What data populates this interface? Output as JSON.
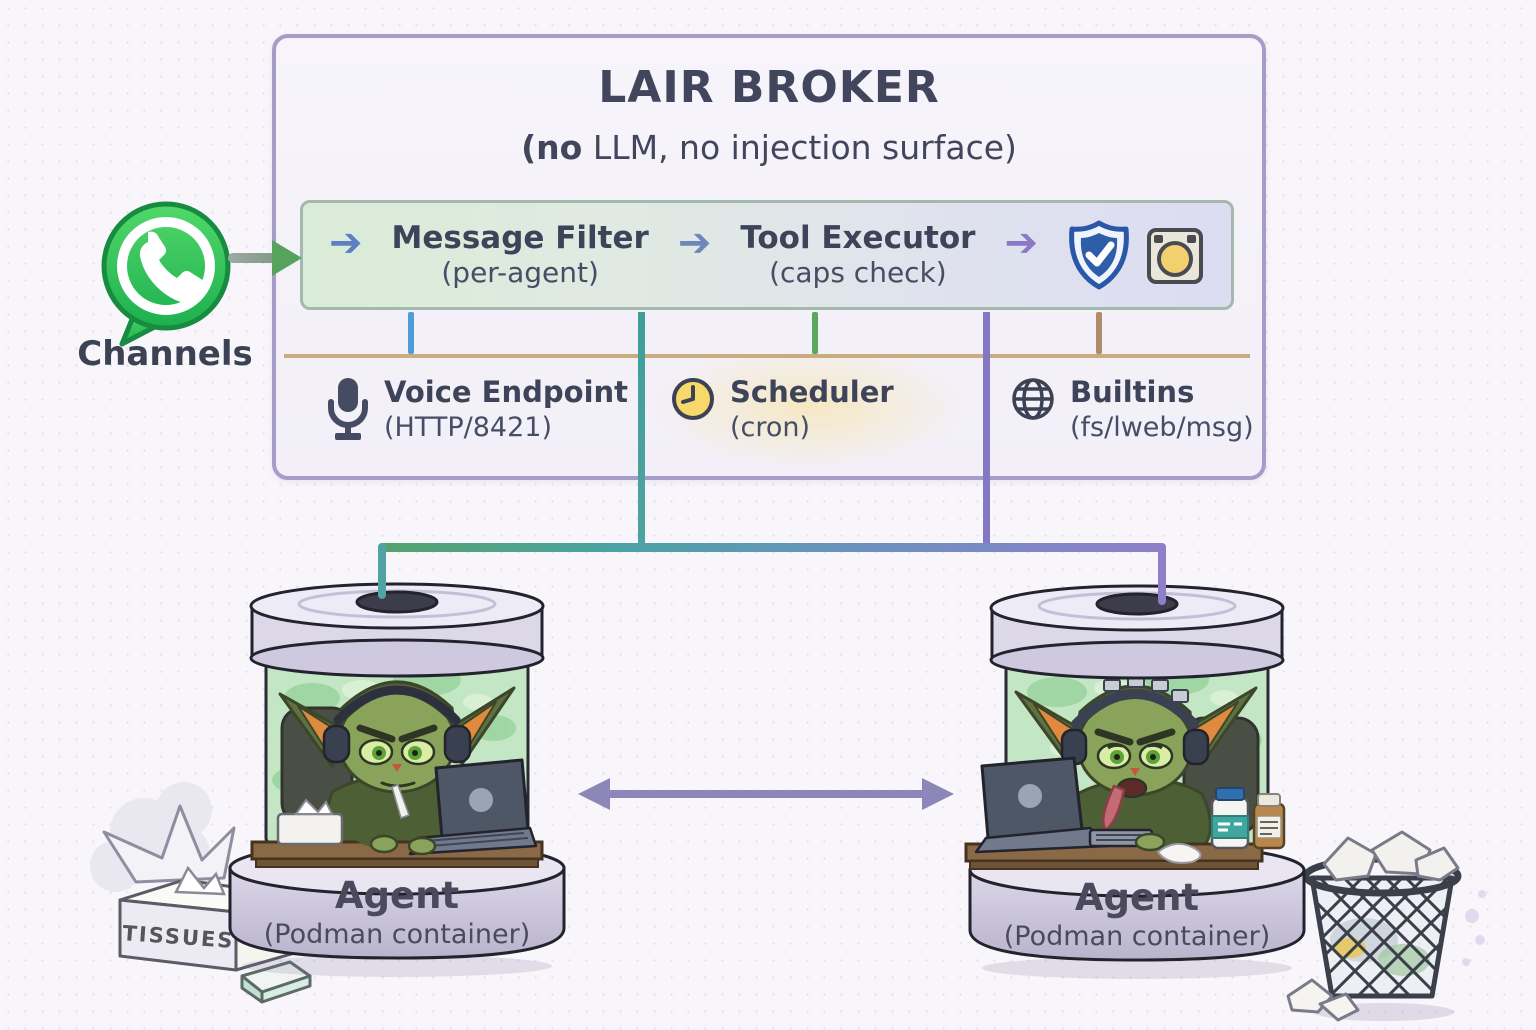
{
  "channels": {
    "label": "Channels",
    "icon": "whatsapp-icon"
  },
  "broker": {
    "title": "LAIR BROKER",
    "subtitle_bold": "(no",
    "subtitle_rest": " LLM, no injection surface)",
    "pipeline": {
      "steps": [
        {
          "label": "Message Filter",
          "sub": "(per-agent)"
        },
        {
          "label": "Tool Executor",
          "sub": "(caps check)"
        }
      ],
      "icons": [
        "shield-check-icon",
        "camera-icon"
      ]
    },
    "services": [
      {
        "icon": "microphone-icon",
        "label": "Voice Endpoint",
        "sub": "(HTTP/8421)"
      },
      {
        "icon": "clock-icon",
        "label": "Scheduler",
        "sub": "(cron)"
      },
      {
        "icon": "globe-icon",
        "label": "Builtins",
        "sub": "(fs/lweb/msg)"
      }
    ]
  },
  "agents": {
    "left": {
      "label": "Agent",
      "sub": "(Podman container)"
    },
    "right": {
      "label": "Agent",
      "sub": "(Podman container)"
    }
  },
  "props": {
    "tissue_box_label": "TISSUES"
  },
  "colors": {
    "whatsapp_green": "#3ec95e",
    "entry_arrow_green": "#57a25c",
    "tick_blue": "#4e9cd8",
    "line_teal": "#49a2a0",
    "tick_green": "#5aa85c",
    "line_purple": "#8b7cc8",
    "tick_tan": "#b08a6a",
    "separator_tan": "#c2a06a",
    "agents_arrow_purple": "#8c87b8",
    "scheduler_yellow": "#f6d768",
    "shield_blue": "#2e5ea8",
    "text_dark": "#3e4257"
  }
}
